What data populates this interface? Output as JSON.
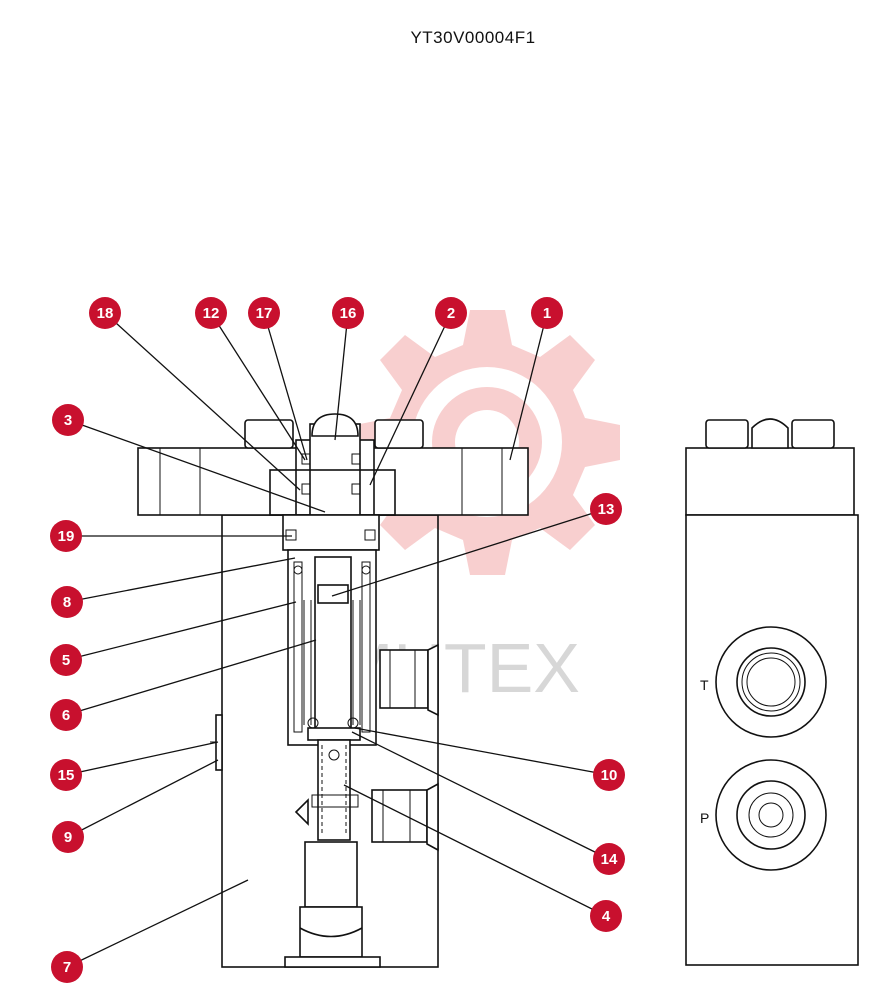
{
  "title": "YT30V00004F1",
  "watermark": {
    "text": "MHTEX",
    "color": "#f4b4b4"
  },
  "accent_color": "#c8102e",
  "ports": [
    {
      "id": "port-t",
      "label": "T"
    },
    {
      "id": "port-p",
      "label": "P"
    }
  ],
  "callouts": [
    {
      "number": "18"
    },
    {
      "number": "12"
    },
    {
      "number": "17"
    },
    {
      "number": "16"
    },
    {
      "number": "2"
    },
    {
      "number": "1"
    },
    {
      "number": "3"
    },
    {
      "number": "13"
    },
    {
      "number": "19"
    },
    {
      "number": "8"
    },
    {
      "number": "5"
    },
    {
      "number": "6"
    },
    {
      "number": "15"
    },
    {
      "number": "10"
    },
    {
      "number": "9"
    },
    {
      "number": "14"
    },
    {
      "number": "4"
    },
    {
      "number": "7"
    }
  ]
}
